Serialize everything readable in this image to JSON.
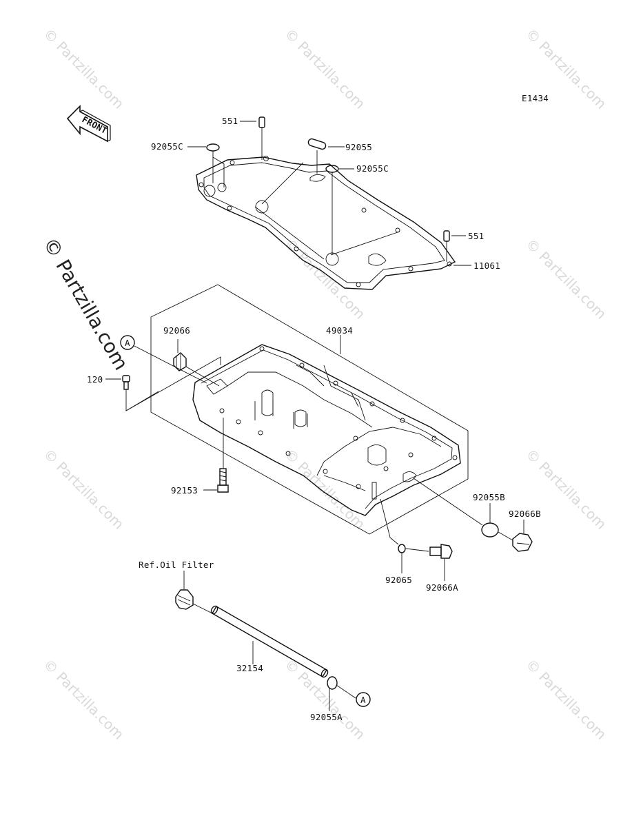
{
  "diagram_code": "E1434",
  "front_label": "FRONT",
  "watermark": "© Partzilla.com",
  "watermark_side": "© Partzilla.com",
  "parts": {
    "p551_top": "551",
    "p92055C_left": "92055C",
    "p92055_top": "92055",
    "p92055C_right": "92055C",
    "p551_right": "551",
    "p11061": "11061",
    "p92066": "92066",
    "p49034": "49034",
    "p120": "120",
    "p92153": "92153",
    "p92055B": "92055B",
    "p92066B": "92066B",
    "p92065": "92065",
    "p92066A": "92066A",
    "ref_oil_filter": "Ref.Oil Filter",
    "p32154": "32154",
    "p92055A": "92055A"
  },
  "callout_A": "A"
}
